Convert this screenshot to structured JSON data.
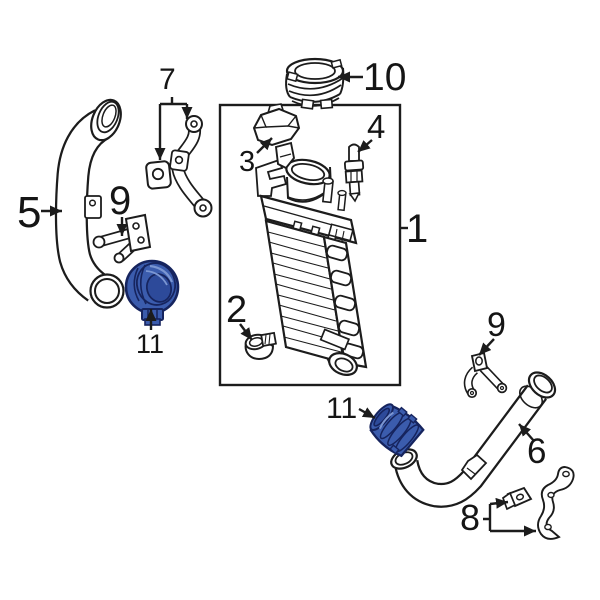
{
  "diagram": {
    "type": "exploded-parts-diagram",
    "background": "#ffffff",
    "colors": {
      "line": "#1c1c1c",
      "blue_primary": "#3b5cad",
      "blue_dark": "#16245e",
      "blue_mid": "#2d4a9a",
      "blue_light": "#7b96d2"
    },
    "labels": {
      "assembly_box": "1",
      "clamp": "2",
      "sensor_top": "3",
      "sensor_side": "4",
      "pipe_left": "5",
      "pipe_right": "6",
      "bracket_pair_7": "7",
      "bracket_pair_8": "8",
      "bracket_9_left": "9",
      "bracket_9_right": "9",
      "coupling_top": "10",
      "coupling_left": "11",
      "coupling_right": "11"
    }
  }
}
